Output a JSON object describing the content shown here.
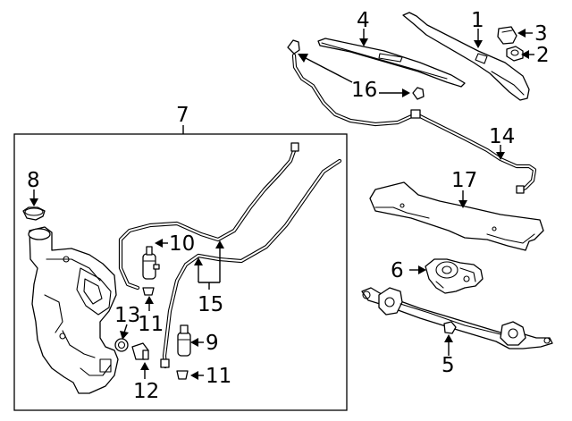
{
  "diagram": {
    "callouts": [
      {
        "id": "c1",
        "label": "1"
      },
      {
        "id": "c2",
        "label": "2"
      },
      {
        "id": "c3",
        "label": "3"
      },
      {
        "id": "c4",
        "label": "4"
      },
      {
        "id": "c5",
        "label": "5"
      },
      {
        "id": "c6",
        "label": "6"
      },
      {
        "id": "c7",
        "label": "7"
      },
      {
        "id": "c8",
        "label": "8"
      },
      {
        "id": "c9",
        "label": "9"
      },
      {
        "id": "c10",
        "label": "10"
      },
      {
        "id": "c11a",
        "label": "11"
      },
      {
        "id": "c11b",
        "label": "11"
      },
      {
        "id": "c12",
        "label": "12"
      },
      {
        "id": "c13",
        "label": "13"
      },
      {
        "id": "c14",
        "label": "14"
      },
      {
        "id": "c15",
        "label": "15"
      },
      {
        "id": "c16",
        "label": "16"
      },
      {
        "id": "c17",
        "label": "17"
      }
    ],
    "colors": {
      "line": "#000000",
      "background": "#ffffff"
    }
  }
}
